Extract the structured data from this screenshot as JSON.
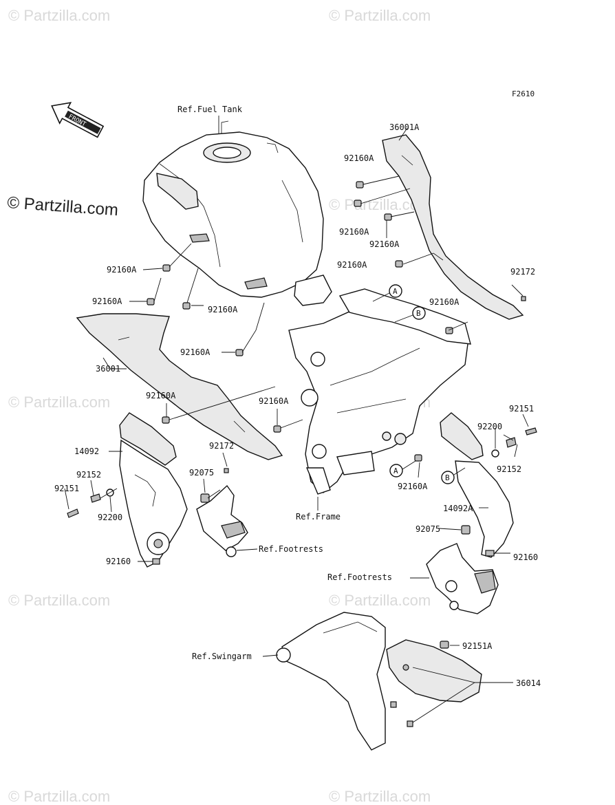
{
  "diagram_code": "F2610",
  "front_label": "FRONT",
  "watermarks": {
    "main": "© Partzilla.com",
    "faint": "© Partzilla.com"
  },
  "labels": {
    "ref_fuel_tank": "Ref.Fuel Tank",
    "ref_frame": "Ref.Frame",
    "ref_footrests_left": "Ref.Footrests",
    "ref_footrests_right": "Ref.Footrests",
    "ref_swingarm": "Ref.Swingarm"
  },
  "callout_letters": [
    "A",
    "B",
    "A",
    "B"
  ],
  "parts": {
    "p36001A": "36001A",
    "p92160A_r1": "92160A",
    "p92160A_r2": "92160A",
    "p92160A_r3": "92160A",
    "p92160A_r4": "92160A",
    "p92172_r": "92172",
    "p92160A_r5": "92160A",
    "p92160A_l1": "92160A",
    "p92160A_l2": "92160A",
    "p92160A_l3": "92160A",
    "p36001": "36001",
    "p92160A_l4": "92160A",
    "p92160A_l5": "92160A",
    "p92160A_c": "92160A",
    "p14092": "14092",
    "p92152_l": "92152",
    "p92151_l": "92151",
    "p92200_l": "92200",
    "p92172_c": "92172",
    "p92075_l": "92075",
    "p92160_l": "92160",
    "p92151_r": "92151",
    "p92200_r": "92200",
    "p92152_r": "92152",
    "p92160A_r6": "92160A",
    "p14092A": "14092A",
    "p92075_r": "92075",
    "p92160_r": "92160",
    "p92151A": "92151A",
    "p36014": "36014"
  }
}
